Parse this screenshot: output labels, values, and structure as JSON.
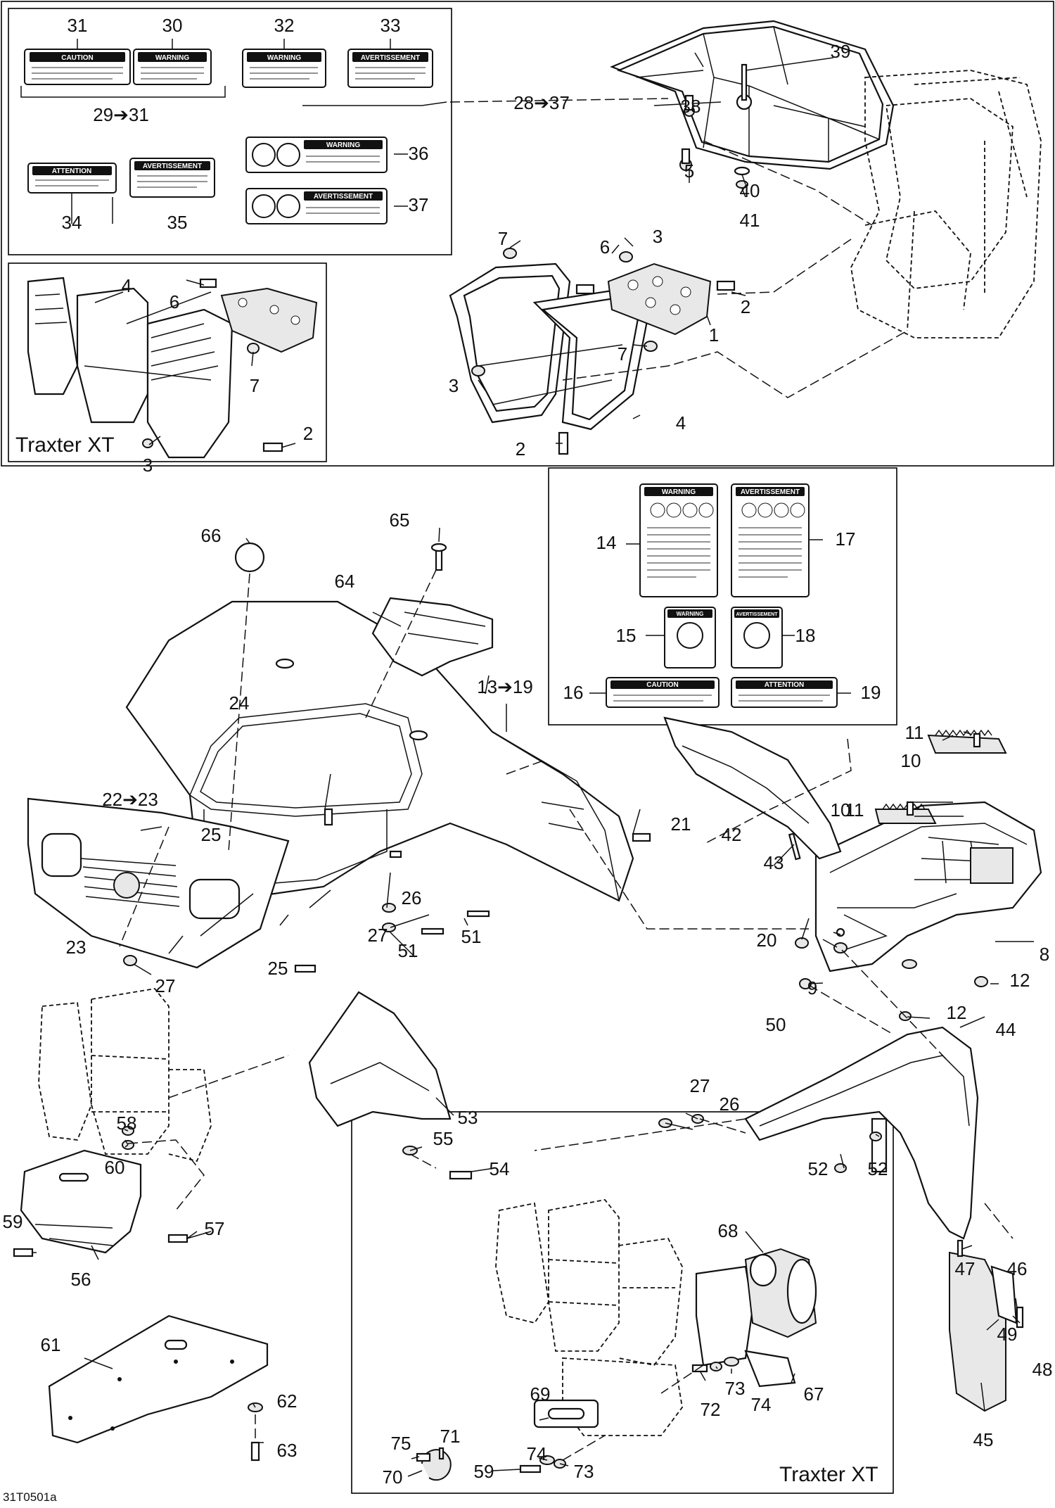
{
  "diagram": {
    "ref_code": "31T0501a",
    "model_caption_top": "Traxter XT",
    "model_caption_bottom": "Traxter XT"
  },
  "decals": {
    "d31": "CAUTION",
    "d30": "WARNING",
    "d32": "WARNING",
    "d33": "AVERTISSEMENT",
    "d34": "ATTENTION",
    "d35": "AVERTISSEMENT",
    "d36": "WARNING",
    "d37": "AVERTISSEMENT",
    "d14": "WARNING",
    "d17": "AVERTISSEMENT",
    "d15": "WARNING",
    "d18": "AVERTISSEMENT",
    "d16": "CAUTION",
    "d19": "ATTENTION"
  },
  "labels": {
    "l1": "1",
    "l2a": "2",
    "l2b": "2",
    "l2c": "2",
    "l3a": "3",
    "l3b": "3",
    "l3c": "3",
    "l4a": "4",
    "l4b": "4",
    "l5": "5",
    "l6a": "6",
    "l6b": "6",
    "l7a": "7",
    "l7b": "7",
    "l7c": "7",
    "l8": "8",
    "l9": "9",
    "l10a": "10",
    "l10b": "10",
    "l11a": "11",
    "l11b": "11",
    "l12a": "12",
    "l12b": "12",
    "l13_19": "13➔19",
    "l14": "14",
    "l15": "15",
    "l16": "16",
    "l17": "17",
    "l18": "18",
    "l19": "19",
    "l20": "20",
    "l21": "21",
    "l22_23": "22➔23",
    "l23": "23",
    "l24": "24",
    "l25a": "25",
    "l25b": "25",
    "l26a": "26",
    "l26b": "26",
    "l27a": "27",
    "l27b": "27",
    "l27c": "27",
    "l28_37": "28➔37",
    "l29_31": "29➔31",
    "l30": "30",
    "l31": "31",
    "l32": "32",
    "l33": "33",
    "l34": "34",
    "l35": "35",
    "l36": "36",
    "l37": "37",
    "l38": "38",
    "l39": "39",
    "l40": "40",
    "l41": "41",
    "l42": "42",
    "l43": "43",
    "l44": "44",
    "l45": "45",
    "l46": "46",
    "l47": "47",
    "l48": "48",
    "l49": "49",
    "l50": "50",
    "l51a": "51",
    "l51b": "51",
    "l52a": "52",
    "l52b": "52",
    "l53": "53",
    "l54": "54",
    "l55": "55",
    "l56": "56",
    "l57": "57",
    "l58": "58",
    "l59a": "59",
    "l59b": "59",
    "l60": "60",
    "l61": "61",
    "l62": "62",
    "l63": "63",
    "l64": "64",
    "l65": "65",
    "l66": "66",
    "l67": "67",
    "l68": "68",
    "l69": "69",
    "l70": "70",
    "l71": "71",
    "l72": "72",
    "l73a": "73",
    "l73b": "73",
    "l74a": "74",
    "l74b": "74",
    "l75": "75"
  }
}
